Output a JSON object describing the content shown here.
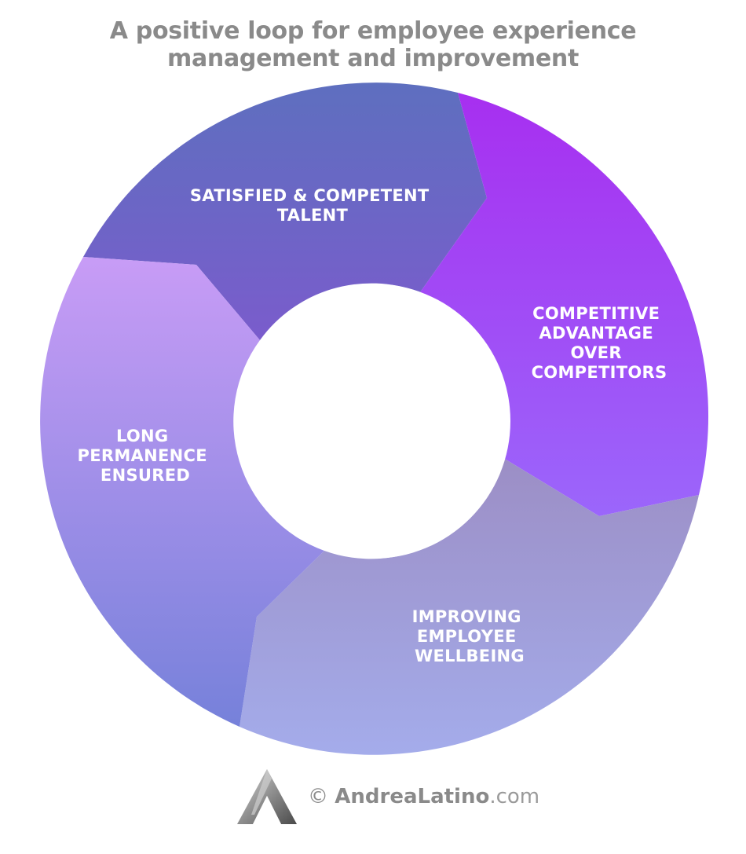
{
  "title": {
    "line1": "A positive loop for employee experience",
    "line2": "management and improvement"
  },
  "segments": [
    {
      "lines": [
        "SATISFIED & COMPETENT",
        "TALENT"
      ],
      "color_from": "#5e6fbf",
      "color_to": "#7a5ccc"
    },
    {
      "lines": [
        "COMPETITIVE",
        "ADVANTAGE",
        "OVER",
        "COMPETITORS"
      ],
      "color_from": "#a72ff0",
      "color_to": "#9b66fb"
    },
    {
      "lines": [
        "IMPROVING",
        "EMPLOYEE",
        "WELLBEING"
      ],
      "color_from": "#9c8ec5",
      "color_to": "#a4aceb"
    },
    {
      "lines": [
        "LONG",
        "PERMANENCE",
        "ENSURED"
      ],
      "color_from": "#c89cf6",
      "color_to": "#7681da"
    }
  ],
  "footer": {
    "copyright": "©",
    "brand": "AndreaLatino",
    "tld": ".com"
  },
  "colors": {
    "title": "#8a8a8a",
    "label": "#ffffff",
    "center": "#ffffff"
  },
  "icons": [
    "logo-mark"
  ]
}
